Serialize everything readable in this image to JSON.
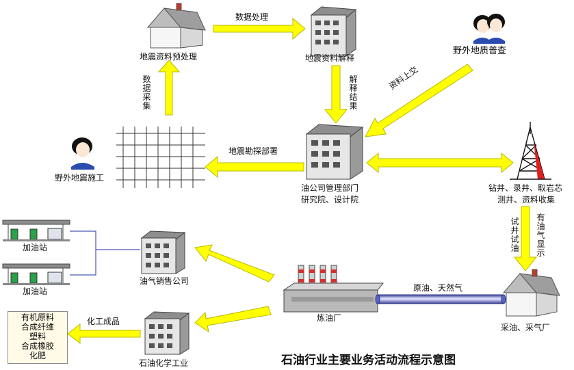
{
  "nodes": {
    "preprocess": "地震资料预处理",
    "interpret": "地震资料解释",
    "survey": "野外地质普查",
    "construct": "野外地震施工",
    "oil_company": [
      "油公司管理部门",
      "研究院、设计院"
    ],
    "drilling": [
      "钻井、录井、取岩芯",
      "测井、资料收集"
    ],
    "production": "采油、采气厂",
    "refinery": "炼油厂",
    "sales": "油气销售公司",
    "chemical": "石油化学工业",
    "gas_station_1": "加油站",
    "gas_station_2": "加油站",
    "chem_products": [
      "有机原料",
      "合成纤维",
      "塑料",
      "合成橡胶",
      "化肥"
    ]
  },
  "edges": {
    "data_processing": "数据处理",
    "data_collection": "数据采集",
    "interp_result": "解释结果",
    "data_submit": "资料上交",
    "deploy": "地震勘探部署",
    "oil_gas_show": "有油气显示",
    "test_well": "试井试油",
    "crude": "原油、天然气",
    "chem_output": "化工成品"
  },
  "title": "石油行业主要业务活动流程示意图",
  "colors": {
    "arrow": "#ffff00",
    "arrow_stroke": "#b8b800",
    "pipe": "#5a64c8",
    "person_blue": "#2a4bb0"
  }
}
